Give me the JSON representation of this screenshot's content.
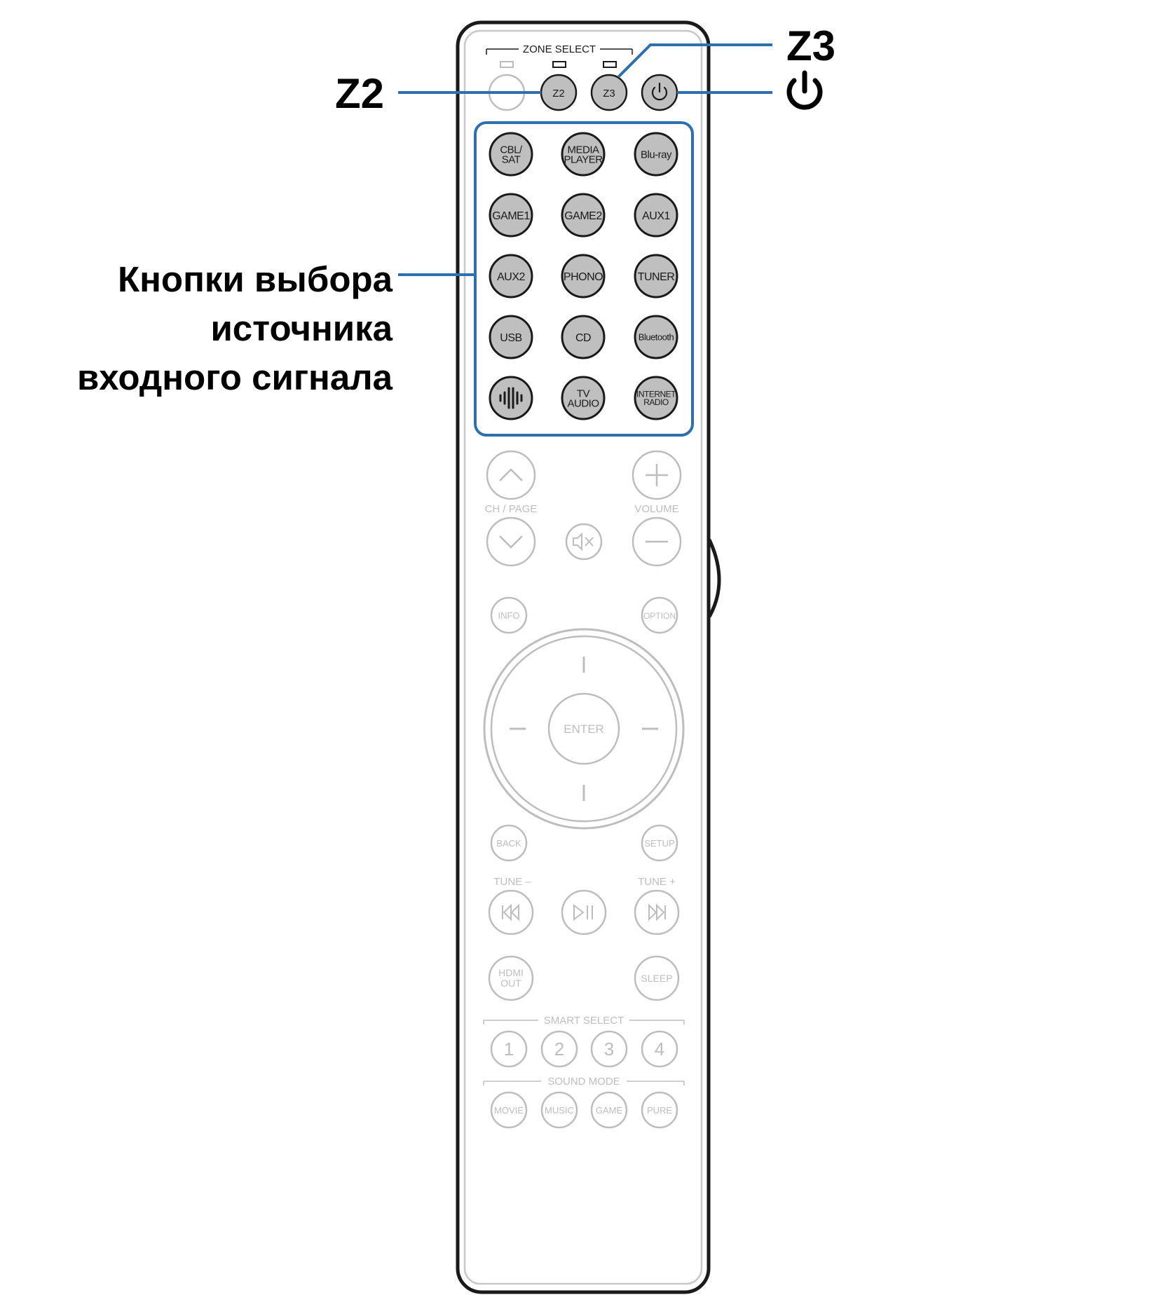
{
  "remote": {
    "zone_select_label": "ZONE SELECT",
    "zone_buttons": [
      {
        "label": "",
        "type": "main"
      },
      {
        "label": "Z2",
        "type": "zone"
      },
      {
        "label": "Z3",
        "type": "zone"
      },
      {
        "label": "",
        "type": "power",
        "icon": "power-icon"
      }
    ],
    "input_buttons": [
      [
        "CBL/\nSAT",
        "MEDIA\nPLAYER",
        "Blu-ray"
      ],
      [
        "GAME1",
        "GAME2",
        "AUX1"
      ],
      [
        "AUX2",
        "PHONO",
        "TUNER"
      ],
      [
        "USB",
        "CD",
        "Bluetooth"
      ],
      [
        "",
        "TV\nAUDIO",
        "INTERNET\nRADIO"
      ]
    ],
    "heos_icon": "heos-icon",
    "ch_page_label": "CH / PAGE",
    "volume_label": "VOLUME",
    "info_label": "INFO",
    "option_label": "OPTION",
    "enter_label": "ENTER",
    "back_label": "BACK",
    "setup_label": "SETUP",
    "tune_minus_label": "TUNE –",
    "tune_plus_label": "TUNE +",
    "hdmi_out_label": "HDMI\nOUT",
    "sleep_label": "SLEEP",
    "smart_select_label": "SMART SELECT",
    "smart_buttons": [
      "1",
      "2",
      "3",
      "4"
    ],
    "sound_mode_label": "SOUND MODE",
    "sound_buttons": [
      "MOVIE",
      "MUSIC",
      "GAME",
      "PURE"
    ]
  },
  "callouts": {
    "z2": "Z2",
    "z3": "Z3",
    "power_icon": "power-icon",
    "input_select": [
      "Кнопки выбора",
      "источника",
      "входного сигнала"
    ]
  },
  "colors": {
    "highlight": "#2e6fb0",
    "active_button": "#bfbfbf",
    "dim": "#bdbdbd",
    "outline": "#1a1a1a"
  }
}
